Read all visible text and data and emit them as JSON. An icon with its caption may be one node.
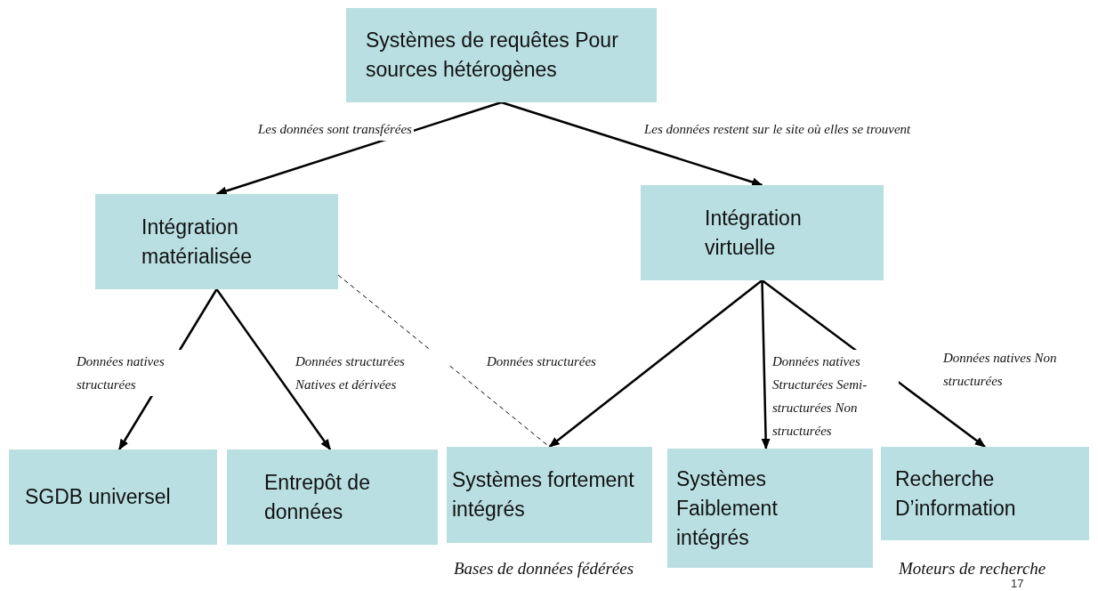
{
  "diagram": {
    "nodes": [
      {
        "text": [
          "Systèmes de requêtes Pour sources hétérogènes"
        ]
      },
      {
        "text": [
          "Intégration matérialisée"
        ]
      },
      {
        "text": [
          "Intégration virtuelle"
        ]
      },
      {
        "text": [
          "SGDB universel"
        ]
      },
      {
        "text": [
          "Entrepôt de données"
        ]
      },
      {
        "text": [
          "Systèmes fortement intégrés"
        ],
        "beside": [
          "Bases de données fédérées"
        ]
      },
      {
        "text": [
          "Systèmes Faiblement intégrés"
        ]
      },
      {
        "text": [
          "Recherche D’information"
        ],
        "beside": [
          "Moteurs de recherche"
        ]
      }
    ],
    "edges": [
      {
        "from": 0,
        "to": 1,
        "arrow": "to",
        "label": "Les données sont transférées"
      },
      {
        "from": 0,
        "to": 2,
        "arrow": "to",
        "label": "Les données restent sur le site où elles se trouvent"
      },
      {
        "from": 1,
        "to": 3,
        "arrow": "to",
        "label": "Données natives structurées"
      },
      {
        "from": 1,
        "to": 4,
        "arrow": "to",
        "label": "Données structurées Natives et dérivées"
      },
      {
        "from": 1,
        "to": 5,
        "arrow": "none",
        "style": "dashed"
      },
      {
        "from": 2,
        "to": 5,
        "arrow": "to",
        "label": "Données structurées"
      },
      {
        "from": 2,
        "to": 6,
        "arrow": "to",
        "label": "Données natives Structurées Semi-structurées Non structurées"
      },
      {
        "from": 2,
        "to": 7,
        "arrow": "to",
        "label": "Données natives Non structurées"
      }
    ],
    "labels": [
      "17"
    ]
  }
}
